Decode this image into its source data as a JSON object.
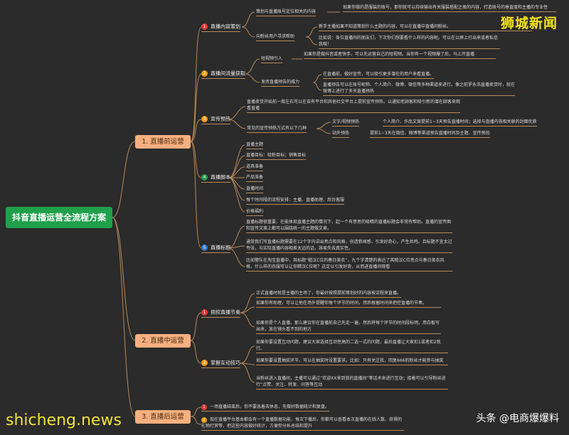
{
  "root": "抖音直播运营全流程方案",
  "categories": [
    "1. 直播前运营",
    "2. 直播中运营",
    "3. 直播后运营"
  ],
  "pre": {
    "s1": "直播内容策划",
    "s1a": "策划与直播账号定位相关的内容",
    "s1a1": "如果你做的是服装的账号，那你就可以持续输出有关服装搭配之类的内容，打造账号的垂直度和主播的专业性",
    "s1b": "向粉丝用户寻求帮助",
    "s1b1": "新手主播如果不知道策划什么主题的内容，可以在直播中直播间粉丝。",
    "s1b2": "比如说：各位直播间的朋友们，下次你们想要看什么样的内容呢。可以在公屏上打出来或者私信我哦！",
    "s2": "直播间流量获取",
    "s2a": "短视频引入",
    "s2a1": "如果你是做抖音或者快手，可以先运营自己的短视频。当你有一个视频爆了后，马上开直播",
    "s2b": "发挥直播预告的威力",
    "s2b1": "在直播前，做好宣传，可以吸引更多潜在的用户来看直播。",
    "s2b2": "直播预告可以在账号昵称、个人简介、微博、微信等多种渠道来进行。像之前罗永浩直播卖货时，就在微博上进行了多天直播预热",
    "s3": "宣传预热",
    "s3a": "直播卖货开始前一周左右可以在自有平台和其他社交平台上提前宣传预热，以通知老顾客和吸引新的潜在顾客来观看直播",
    "s3b": "常见的宣传预热方式有以下几种",
    "s3b1": "文字/视频预热",
    "s3b1a": "个人简介、作品文案提前1~3天预告直播时间；选择与直播内容相关联的封面优质",
    "s3b2": "站外预热",
    "s3b2a": "提前1~3天在微信、微博等渠道预告直播时间及主题、宣传预热",
    "s4": "直播脚本",
    "s4items": [
      "直播主题",
      "直播目标：吸粉目标；销售目标",
      "道具准备",
      "产品准备",
      "直播时间",
      "每个时间段的流程安排：主播、直播助理、后台客服",
      "价格福利"
    ],
    "s5": "直播标题",
    "s5a": "直播标题很重要，在能体现直播主题的情况下，起一个有意思的吸睛的直播标题会非常有帮助。直播的宣传图和宣传文案上都可以围绕统一的主题做文章。",
    "s5b": "通常我们写直播标题需要在12个字内讲出亮点和风格，创造新闻感，引发好奇心，产生共鸣。且标题不宜太过夸张，与实际直播内容相差太远的话，容易失去真实性。",
    "s5c": "比如警队在淘宝直播中，其标题“糙汉C位的春日美衣”，九个字清楚的表达了其糙汉C位亮点与春日美衣风格，什么样的衣服可以让你精汉C位呢？这足以引发好奇，从而进直播间观看"
  },
  "mid": {
    "s1": "把控直播节奏",
    "s1a": "正式直播时就是主播的主场了，你最好按照提前策划好的内容按流程来直播。",
    "s1b": "如果你有助理，可以让他在场外提醒你每个环节的时间，然后根据时间来把控直播的节奏。",
    "s1c": "如果你是个人直播，那么建议你在直播前自己先走一遍，然后将每个环节的时间段标明，用白板写出来，放在镜头看不到的地方",
    "s2": "掌握互动技巧",
    "s2a": "如果你要设置互动问题，建议大家选择互动性高的二选一式的问题，最后直播让大家扣1或者扣2就行。",
    "s2b": "如果你要设置抽奖环节，可以在抽奖时设置要求。比如：只有关注我，回复666的粉丝才能参与抽奖",
    "s2c": "当粉丝进入直播间，主播可以通过“欢迎XX来到我的直播间”等话术来进行互动；接着可以引导粉丝进行“点赞、关注、转发、问答等互动"
  },
  "post": {
    "s1": "一场直播结束后，你不要急着去休息，先做好数据统计和复盘。",
    "s2": "现在直播平台基本都会有一个直播数据功能，每次下播后，你都可以查看本次直播的在线人数、获得的礼物打赏等，把这些内容做好统计，方便你分析总结和提升"
  },
  "watermarks": {
    "top": "狮城新闻",
    "bottom_left": "shicheng.news",
    "bottom_right": "头条 @电商爆爆料"
  },
  "colors": {
    "background": "#2b2b2b",
    "root": "#1fa04a",
    "category": "#f6b07f",
    "line": "#b98a5a",
    "num_red": "#e53935",
    "num_orange": "#f39c12",
    "num_blue": "#2e7dd1"
  }
}
